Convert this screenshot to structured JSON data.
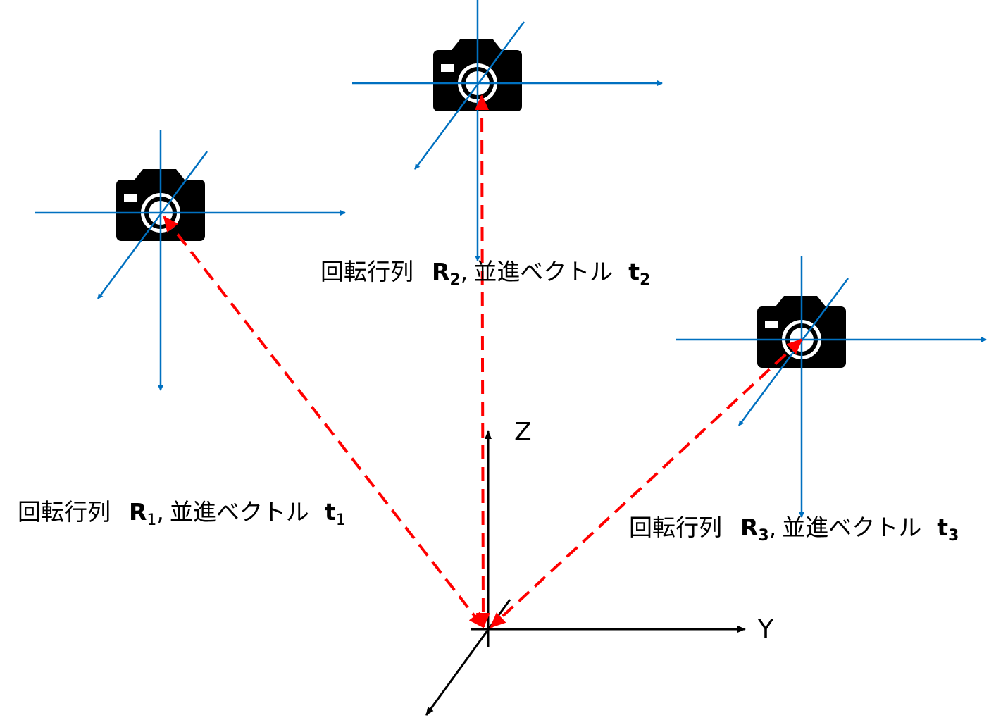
{
  "colors": {
    "camera_axes": "#0070c0",
    "translation_arrows": "#ff0000",
    "world_axes": "#000000",
    "camera_icon": "#000000"
  },
  "icons": {
    "camera": "camera-icon"
  },
  "world_axes": {
    "z_label": "Z",
    "y_label": "Y"
  },
  "cameras": [
    {
      "label": {
        "rot_text": "回転行列",
        "rot_symbol": "R",
        "rot_sub": "1",
        "sep": ",",
        "trans_text": "並進ベクトル",
        "trans_symbol": "t",
        "trans_sub": "1"
      }
    },
    {
      "label": {
        "rot_text": "回転行列",
        "rot_symbol": "R",
        "rot_sub": "2",
        "sep": ",",
        "trans_text": "並進ベクトル",
        "trans_symbol": "t",
        "trans_sub": "2"
      }
    },
    {
      "label": {
        "rot_text": "回転行列",
        "rot_symbol": "R",
        "rot_sub": "3",
        "sep": ",",
        "trans_text": "並進ベクトル",
        "trans_symbol": "t",
        "trans_sub": "3"
      }
    }
  ]
}
